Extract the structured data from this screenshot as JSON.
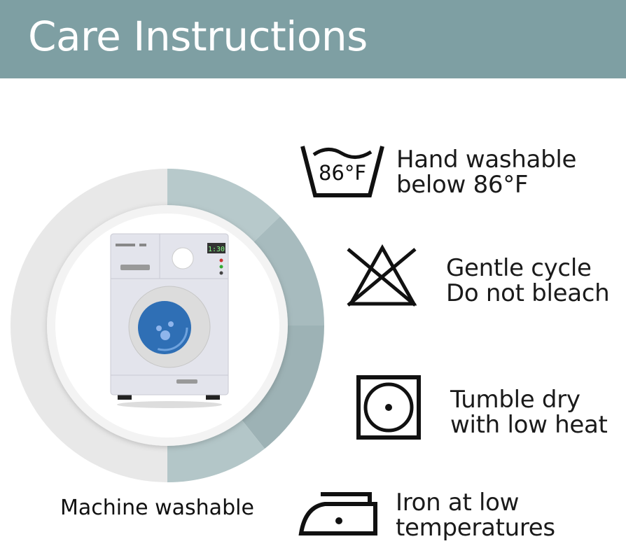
{
  "header": {
    "title": "Care Instructions"
  },
  "machine": {
    "label": "Machine washable",
    "display": "1:30"
  },
  "instructions": [
    {
      "icon": "hand-wash-icon",
      "temp": "86°F",
      "line1": "Hand washable",
      "line2": "below 86°F"
    },
    {
      "icon": "do-not-bleach-icon",
      "line1": "Gentle cycle",
      "line2": "Do not bleach"
    },
    {
      "icon": "tumble-dry-low-icon",
      "line1": "Tumble dry",
      "line2": "with low heat"
    },
    {
      "icon": "iron-low-icon",
      "line1": "Iron at low",
      "line2": "temperatures"
    }
  ],
  "colors": {
    "header": "#7e9fa3",
    "ring_left": "#e8e8e8",
    "ring_right": "#b3c7c9",
    "drum": "#2f6fb5"
  }
}
